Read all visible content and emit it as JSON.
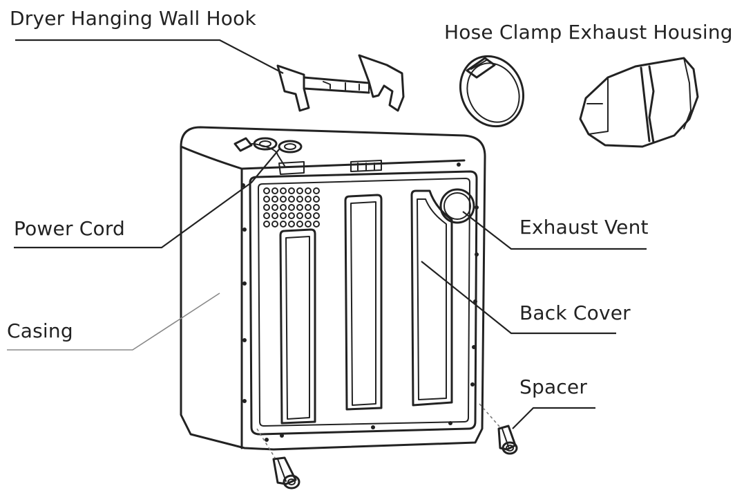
{
  "labels": {
    "wall_hook": "Dryer Hanging Wall Hook",
    "hose_clamp_housing": "Hose Clamp Exhaust Housing",
    "power_cord": "Power Cord",
    "exhaust_vent": "Exhaust Vent",
    "back_cover": "Back Cover",
    "casing": "Casing",
    "spacer": "Spacer"
  },
  "colors": {
    "line": "#222222",
    "background": "#ffffff"
  }
}
